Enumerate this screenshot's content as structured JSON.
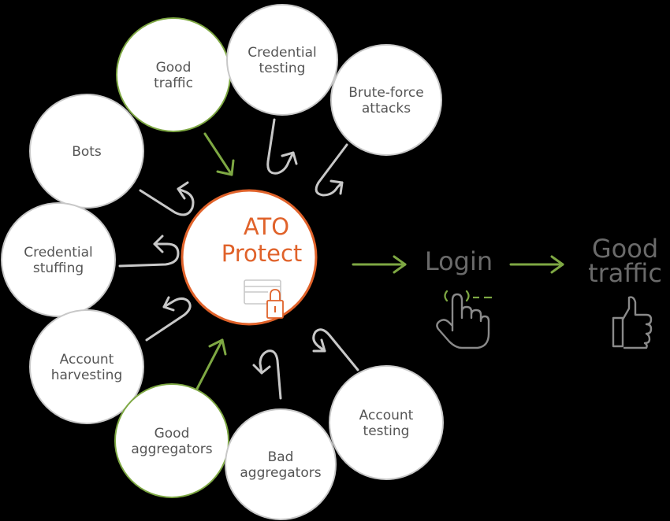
{
  "center": {
    "line1": "ATO",
    "line2": "Protect",
    "icon": "card-lock-icon"
  },
  "nodes": [
    {
      "id": "good-traffic",
      "kind": "good",
      "lines": [
        "Good",
        "traffic"
      ]
    },
    {
      "id": "credential-testing",
      "kind": "bad",
      "lines": [
        "Credential",
        "testing"
      ]
    },
    {
      "id": "brute-force-attacks",
      "kind": "bad",
      "lines": [
        "Brute-force",
        "attacks"
      ]
    },
    {
      "id": "bots",
      "kind": "bad",
      "lines": [
        "Bots"
      ]
    },
    {
      "id": "credential-stuffing",
      "kind": "bad",
      "lines": [
        "Credential",
        "stuffing"
      ]
    },
    {
      "id": "account-harvesting",
      "kind": "bad",
      "lines": [
        "Account",
        "harvesting"
      ]
    },
    {
      "id": "good-aggregators",
      "kind": "good",
      "lines": [
        "Good",
        "aggregators"
      ]
    },
    {
      "id": "bad-aggregators",
      "kind": "bad",
      "lines": [
        "Bad",
        "aggregators"
      ]
    },
    {
      "id": "account-testing",
      "kind": "bad",
      "lines": [
        "Account",
        "testing"
      ]
    }
  ],
  "flow": {
    "login_label": "Login",
    "login_icon": "tap-hand-icon",
    "result_line1": "Good",
    "result_line2": "traffic",
    "result_icon": "thumbs-up-icon"
  },
  "colors": {
    "background": "#000000",
    "accent_orange": "#e0622a",
    "good_green": "#7ea843",
    "neutral_gray": "#c8c8c8",
    "text_gray": "#555555"
  }
}
